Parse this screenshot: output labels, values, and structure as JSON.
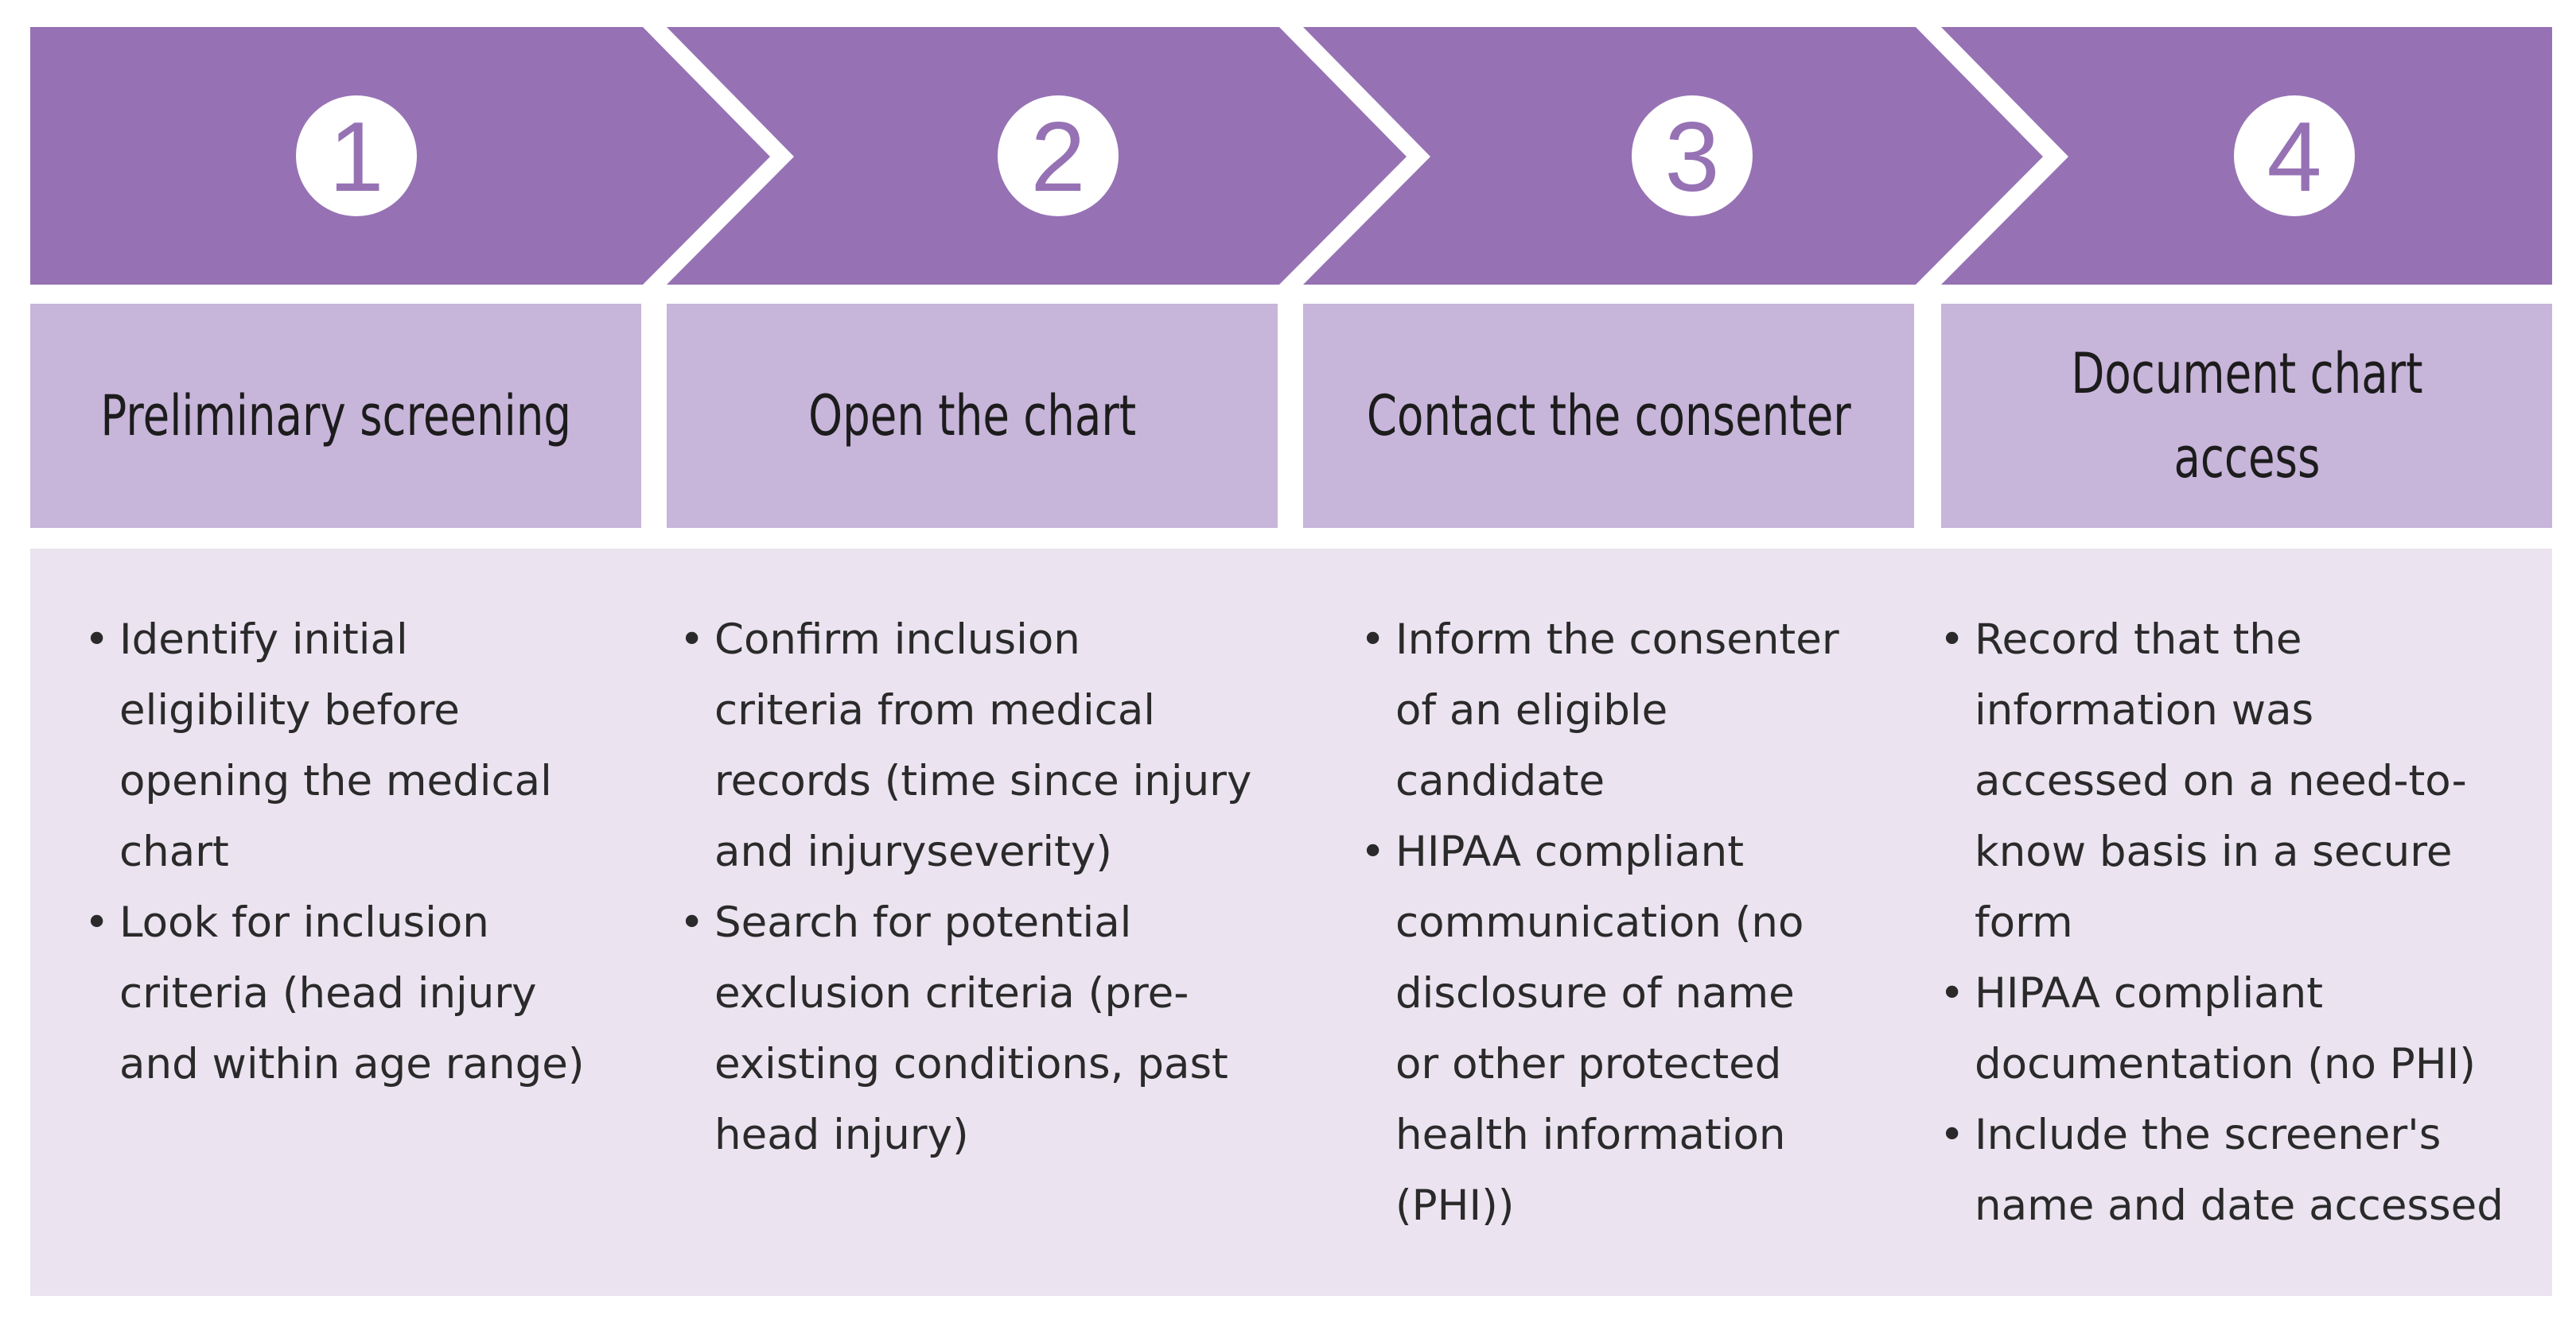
{
  "steps": [
    {
      "number": "1",
      "heading": [
        "Preliminary screening"
      ],
      "bullets": [
        [
          "Identify initial",
          "eligibility before",
          "opening the medical",
          "chart"
        ],
        [
          "Look for inclusion",
          "criteria (head injury",
          "and within age range)"
        ]
      ]
    },
    {
      "number": "2",
      "heading": [
        "Open the chart"
      ],
      "bullets": [
        [
          "Confirm inclusion",
          "criteria from medical",
          "records (time since injury",
          "and injuryseverity)"
        ],
        [
          "Search for potential",
          "exclusion criteria (pre-",
          "existing conditions, past",
          "head injury)"
        ]
      ]
    },
    {
      "number": "3",
      "heading": [
        "Contact the consenter"
      ],
      "bullets": [
        [
          "Inform the consenter",
          "of an eligible",
          "candidate"
        ],
        [
          "HIPAA compliant",
          "communication (no",
          "disclosure of name",
          "or other protected",
          "health information",
          "(PHI))"
        ]
      ]
    },
    {
      "number": "4",
      "heading": [
        "Document chart",
        "access"
      ],
      "bullets": [
        [
          "Record that the",
          "information was",
          "accessed on a need-to-",
          "know basis in a secure",
          "form"
        ],
        [
          "HIPAA compliant",
          "documentation (no PHI)"
        ],
        [
          "Include the screener's",
          "name and date accessed"
        ]
      ]
    }
  ],
  "colors": {
    "chevron": "#9672b4",
    "heading_box": "#c8b5da",
    "body_panel": "#ebe3f0",
    "number_circle": "#ffffff"
  }
}
